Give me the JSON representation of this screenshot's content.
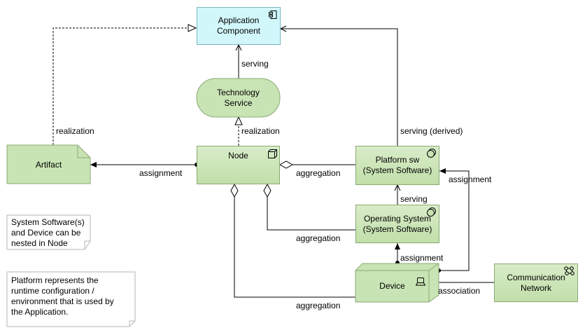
{
  "elements": {
    "application_component": "Application\nComponent",
    "technology_service": "Technology\nService",
    "artifact": "Artifact",
    "node": "Node",
    "platform_sw": "Platform sw\n(System Software)",
    "operating_system": "Operating System\n(System Software)",
    "device": "Device",
    "communication_network": "Communication\nNetwork"
  },
  "notes": {
    "nesting": "System Software(s)\nand Device can be\nnested in Node",
    "platform": "Platform represents the\nruntime configuration /\nenvironment that is used by\nthe Application."
  },
  "relations": {
    "serving": "serving",
    "realization_artifact": "realization",
    "realization_node": "realization",
    "serving_derived": "serving (derived)",
    "assignment_node_artifact": "assignment",
    "aggregation_node_platform": "aggregation",
    "assignment_device_platform": "assignment",
    "serving_os_platform": "serving",
    "aggregation_node_os": "aggregation",
    "assignment_device_os": "assignment",
    "association_device_network": "association",
    "aggregation_node_device": "aggregation"
  },
  "colors": {
    "technology_fill": "#c8e4b4",
    "application_fill": "#d2f7fb",
    "note_border": "#b5b5b5"
  },
  "icons": [
    "component-icon",
    "node-icon",
    "system-software-icon",
    "device-icon",
    "network-icon",
    "note-fold-icon"
  ]
}
